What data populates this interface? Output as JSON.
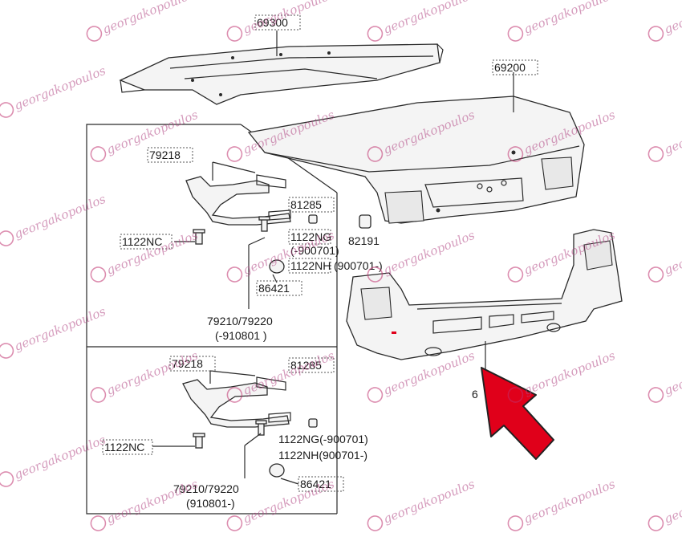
{
  "watermark": {
    "text": "georgakopoulos"
  },
  "labels": {
    "l69300": "69300",
    "l69200": "69200",
    "l79218a": "79218",
    "l81285a": "81285",
    "l1122nca": "1122NC",
    "l1122nga": "1122NG",
    "l900701a": "(-900701)",
    "l1122nha": "1122NH",
    "l900701b": "(900701-)",
    "l82191": "82191",
    "l86421a": "86421",
    "l79210a": "79210/79220",
    "l910801a": "(-910801 )",
    "l79218b": "79218",
    "l81285b": "81285",
    "l1122ncb": "1122NC",
    "l1122ngb": "1122NG(-900701)",
    "l1122nhb": "1122NH(900701-)",
    "l86421b": "86421",
    "l79210b": "79210/79220",
    "l910801b": "(910801-)",
    "l6partial": "6"
  },
  "colors": {
    "arrow": "#e0001a",
    "ink": "#2a2a2a",
    "watermark": "#b34a86"
  },
  "icons": {
    "arrow": "red-arrow-icon",
    "logo": "georgakopoulos-logo-icon"
  }
}
